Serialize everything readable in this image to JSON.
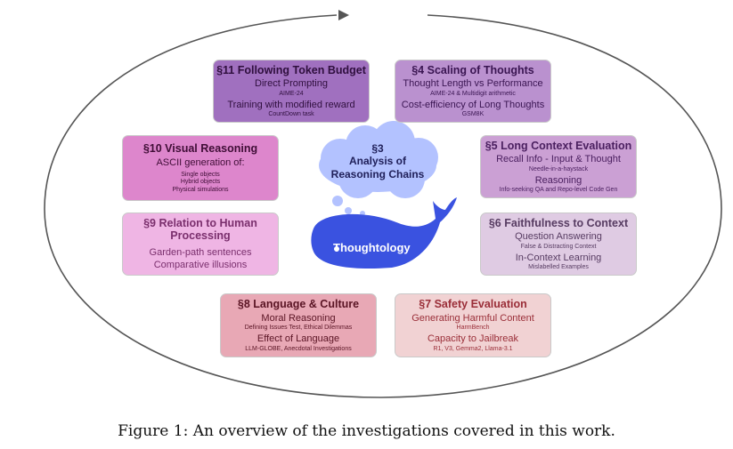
{
  "center": {
    "cloud_section": "§3",
    "cloud_title_line1": "Analysis of",
    "cloud_title_line2": "Reasoning Chains",
    "whale_label": "Thoughtology"
  },
  "boxes": {
    "s11": {
      "title": "§11 Following Token Budget",
      "items": [
        {
          "label": "Direct Prompting",
          "sub": "AIME-24"
        },
        {
          "label": "Training with modified reward",
          "sub": "CountDown task"
        }
      ]
    },
    "s4": {
      "title": "§4 Scaling of Thoughts",
      "items": [
        {
          "label": "Thought Length vs Performance",
          "sub": "AIME-24 & Multidigit arithmetic"
        },
        {
          "label": "Cost-efficiency of Long Thoughts",
          "sub": "GSM8K"
        }
      ]
    },
    "s10": {
      "title": "§10 Visual Reasoning",
      "items": [
        {
          "label": "ASCII generation of:"
        }
      ],
      "subs": [
        "Single objects",
        "Hybrid objects",
        "Physical simulations"
      ]
    },
    "s5": {
      "title": "§5 Long Context Evaluation",
      "items": [
        {
          "label": "Recall Info - Input & Thought",
          "sub": "Needle-in-a-haystack"
        },
        {
          "label": "Reasoning",
          "sub": "Info-seeking QA and Repo-level Code Gen"
        }
      ]
    },
    "s9": {
      "title_line1": "§9 Relation to Human",
      "title_line2": "Processing",
      "items": [
        {
          "label": "Garden-path sentences"
        },
        {
          "label": "Comparative illusions"
        }
      ]
    },
    "s6": {
      "title": "§6 Faithfulness to Context",
      "items": [
        {
          "label": "Question Answering",
          "sub": "False & Distracting Context"
        },
        {
          "label": "In-Context Learning",
          "sub": "Mislabelled Examples"
        }
      ]
    },
    "s8": {
      "title": "§8 Language & Culture",
      "items": [
        {
          "label": "Moral Reasoning",
          "sub": "Defining Issues Test, Ethical Dilemmas"
        },
        {
          "label": "Effect of Language",
          "sub": "LLM-GLOBE, Anecdotal Investigations"
        }
      ]
    },
    "s7": {
      "title": "§7 Safety Evaluation",
      "items": [
        {
          "label": "Generating Harmful Content",
          "sub": "HarmBench"
        },
        {
          "label": "Capacity to Jailbreak",
          "sub": "R1, V3, Gemma2, Llama-3.1"
        }
      ]
    }
  },
  "caption": "Figure 1: An overview of the investigations covered in this work.",
  "colors": {
    "ellipse": "#555555",
    "cloud": "#b3c2ff",
    "whale": "#3a52e0"
  }
}
